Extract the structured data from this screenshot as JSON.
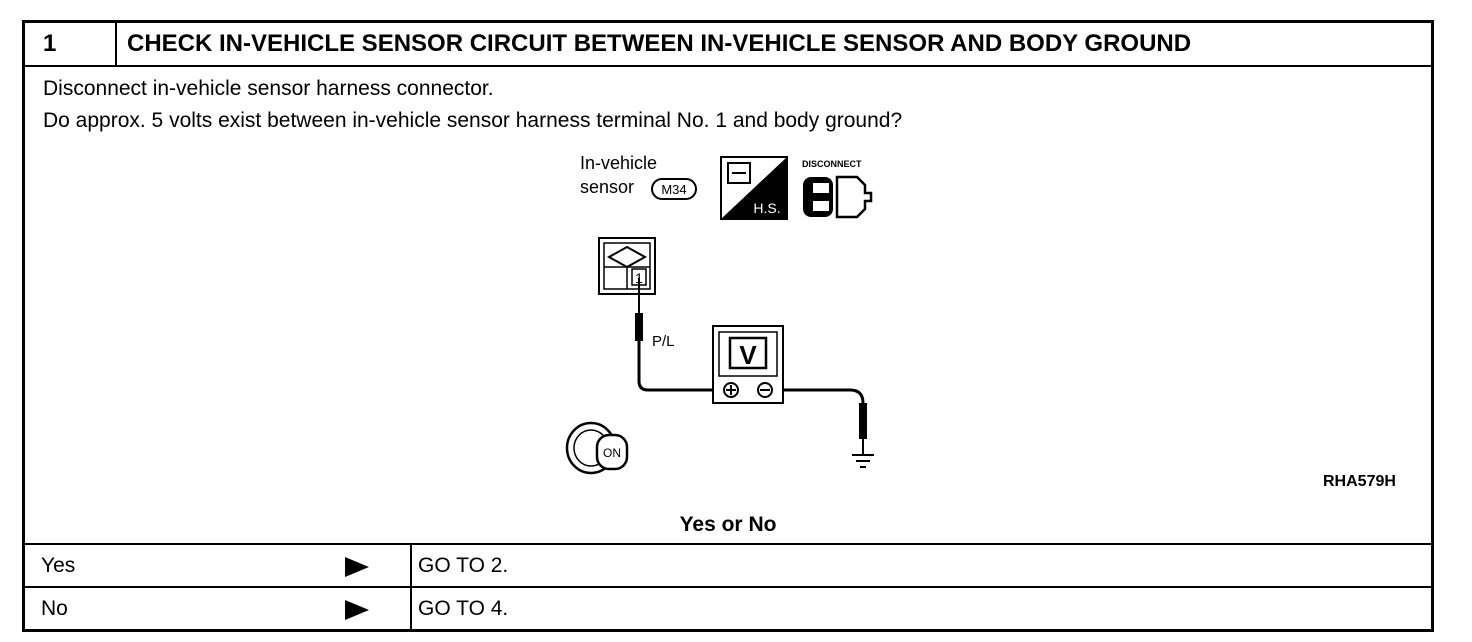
{
  "step": {
    "number": "1",
    "title": "CHECK IN-VEHICLE SENSOR CIRCUIT BETWEEN IN-VEHICLE SENSOR AND BODY GROUND"
  },
  "instructions": [
    "Disconnect in-vehicle sensor harness connector.",
    "Do approx. 5 volts exist between in-vehicle sensor harness terminal No. 1 and body ground?"
  ],
  "diagram": {
    "sensor_label_1": "In-vehicle",
    "sensor_label_2": "sensor",
    "connector_code": "M34",
    "hs_icon_text": "H.S.",
    "disconnect_label": "DISCONNECT",
    "terminal_number": "1",
    "wire_color": "P/L",
    "meter_label": "V",
    "ignition_label": "ON",
    "reference_code": "RHA579H"
  },
  "question": "Yes or No",
  "answers": [
    {
      "answer": "Yes",
      "action": "GO TO 2."
    },
    {
      "answer": "No",
      "action": "GO TO 4."
    }
  ]
}
